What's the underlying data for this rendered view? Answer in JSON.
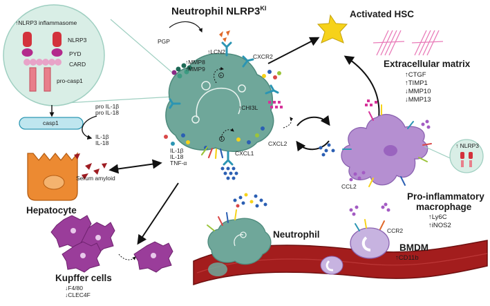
{
  "title": {
    "main": "Neutrophil NLRP3",
    "superscript": "KI"
  },
  "inflammasome_box": {
    "heading": "↑NLRP3 inflammasome",
    "labels": [
      "NLRP3",
      "PYD",
      "CARD",
      "pro-casp1"
    ]
  },
  "casp1": "casp1",
  "pro_cytokines": [
    "pro IL-1β",
    "pro IL-18"
  ],
  "mature_cytokines": [
    "IL-1β",
    "IL-18"
  ],
  "neutrophil_labels": {
    "pgp": "PGP",
    "lcn2": "↑LCN2",
    "mmp8": "↑MMP8",
    "mmp9": "↑MMP9",
    "cxcr2": "CXCR2",
    "chi3l": "↑CHI3L",
    "cxcl2": "CXCL2",
    "cxcl1": "CXCL1",
    "secreted": [
      "IL-1β",
      "IL-18",
      "TNF-α"
    ]
  },
  "hepatocyte": {
    "name": "Hepatocyte",
    "serum_amyloid": "Serum amyloid"
  },
  "kupffer": {
    "name": "Kupffer cells",
    "markers": [
      "↓F4/80",
      "↓CLEC4F"
    ]
  },
  "hsc": {
    "name": "Activated HSC"
  },
  "ecm": {
    "name": "Extracellular matrix",
    "markers": [
      "↑CTGF",
      "↑TIMP1",
      "↓MMP10",
      "↓MMP13"
    ]
  },
  "macrophage": {
    "name_lines": [
      "Pro-inflammatory",
      "macrophage"
    ],
    "markers": [
      "↑Ly6C",
      "↑iNOS2"
    ],
    "ccl2": "CCL2",
    "inset_label": "↑ NLRP3"
  },
  "neutrophil_vessel": "Neutrophil",
  "bmdm": {
    "name": "BMDM",
    "marker": "↑CD11b",
    "ccr2": "CCR2"
  },
  "colors": {
    "neutrophil": "#6fa79a",
    "neutrophil_dark": "#4d8a7c",
    "inflammasome_bg": "#d9eee6",
    "nlrp3_red": "#d3323c",
    "pyd_magenta": "#b32a8c",
    "card_pink": "#e8a3c8",
    "hepatocyte": "#ec8a32",
    "kupffer": "#9a3d9a",
    "hsc": "#f6d21a",
    "macrophage": "#b58fd1",
    "bmdm": "#c7b3e0",
    "vessel": "#9e1c1c",
    "casp1_fill": "#bfe6ef",
    "casp1_stroke": "#2d98b3"
  }
}
